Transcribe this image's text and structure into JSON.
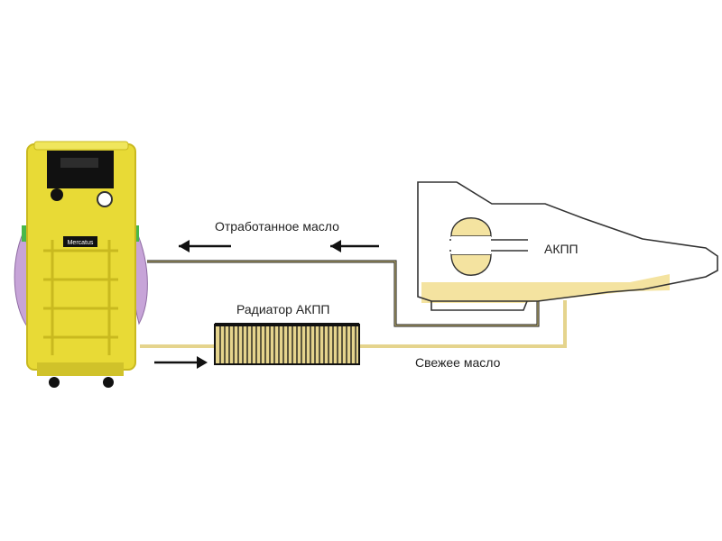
{
  "labels": {
    "used_oil": "Отработанное масло",
    "radiator": "Радиатор АКПП",
    "fresh_oil": "Свежее масло",
    "transmission": "АКПП",
    "machine_brand": "Mercatus"
  },
  "colors": {
    "machine": "#e8da36",
    "machine_shadow": "#c9b91f",
    "panel": "#111111",
    "hose": "#c7a4d8",
    "fresh_line": "#e5d48d",
    "dark_line": "#111111",
    "transmission_outline": "#333333",
    "oil_fill": "#f4e3a0"
  }
}
